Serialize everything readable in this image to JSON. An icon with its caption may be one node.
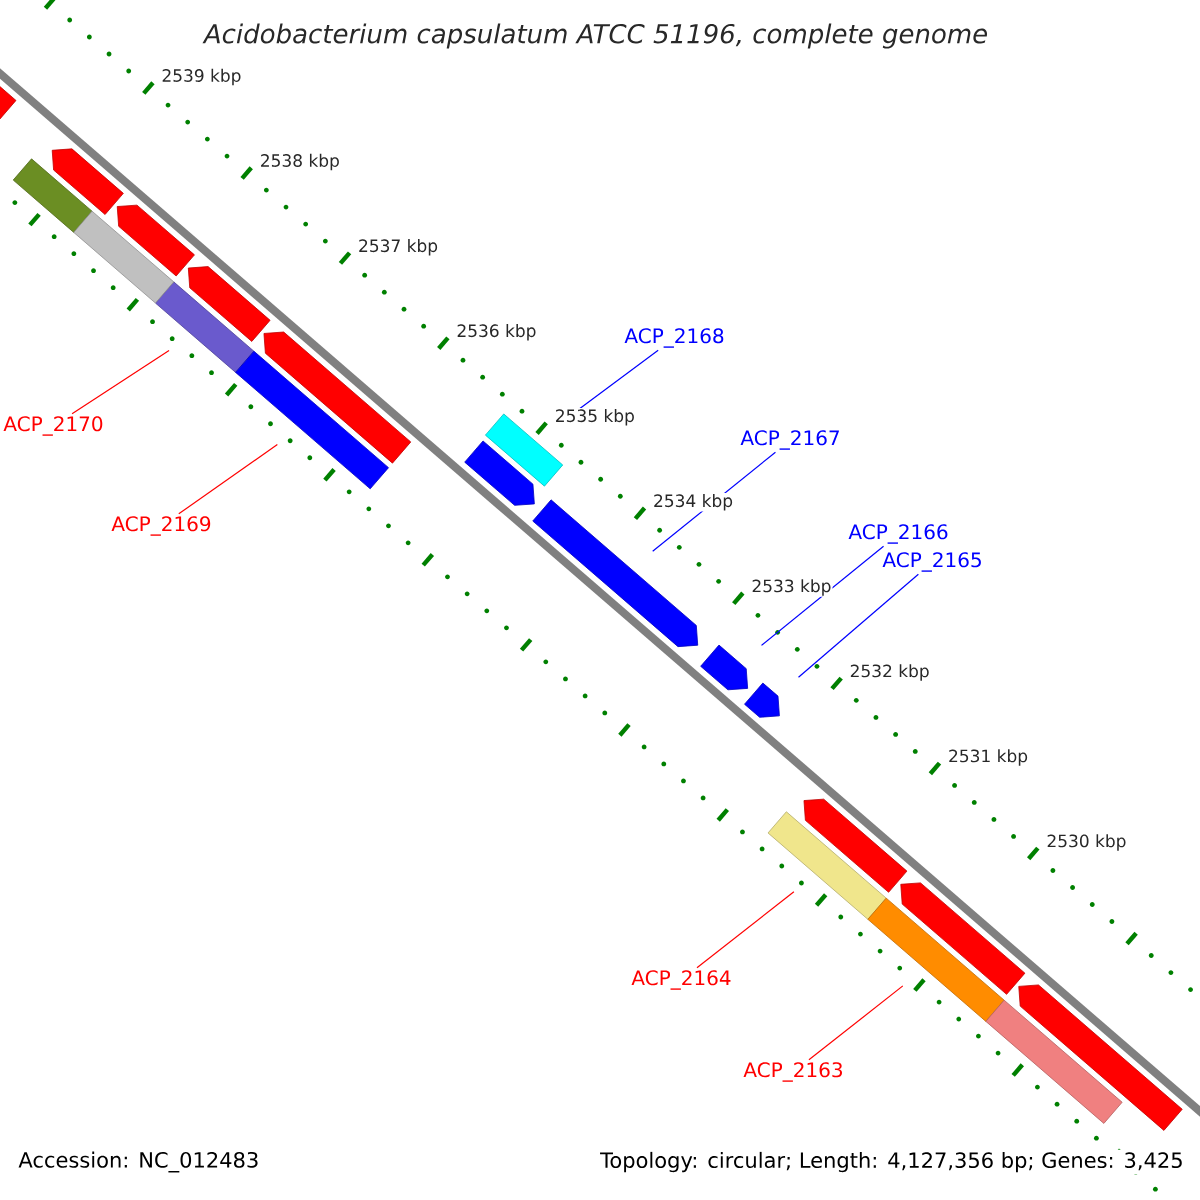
{
  "diagram": {
    "title": "Acidobacterium capsulatum ATCC 51196, complete genome",
    "nodes": [
      {
        "text": [
          "ACP_2168"
        ]
      },
      {
        "text": [
          "ACP_2170"
        ]
      },
      {
        "text": [
          "ACP_2167"
        ]
      },
      {
        "text": [
          "ACP_2169"
        ]
      },
      {
        "text": [
          "ACP_2166"
        ]
      },
      {
        "text": [
          "ACP_2165"
        ]
      },
      {
        "text": [
          "ACP_2164"
        ]
      },
      {
        "text": [
          "ACP_2163"
        ]
      },
      {
        "text": [],
        "shape": "bar"
      },
      {
        "text": [],
        "shape": "bar"
      },
      {
        "text": [],
        "shape": "pentagon"
      },
      {
        "text": [],
        "shape": "bar"
      },
      {
        "text": [],
        "shape": "pentagon"
      },
      {
        "text": [],
        "shape": "pentagon"
      },
      {
        "text": [],
        "shape": "bar"
      },
      {
        "text": [],
        "shape": "bar"
      },
      {
        "text": [],
        "shape": "pentagon"
      },
      {
        "text": [],
        "shape": "bar"
      },
      {
        "text": [],
        "shape": "pentagon"
      },
      {
        "text": [],
        "shape": "bar"
      },
      {
        "text": [],
        "shape": "pentagon"
      },
      {
        "text": [],
        "shape": "pentagon"
      },
      {
        "text": [],
        "shape": "pentagon"
      },
      {
        "text": [],
        "shape": "pentagon"
      },
      {
        "text": [],
        "shape": "pentagon"
      },
      {
        "text": [],
        "shape": "pentagon"
      },
      {
        "text": [],
        "shape": "bar"
      },
      {
        "text": [],
        "shape": "pentagon"
      }
    ],
    "edges": [
      {
        "from": 0,
        "to": 8,
        "arrow": "none",
        "color": "#0000ff"
      },
      {
        "from": 1,
        "to": 9,
        "arrow": "none",
        "color": "#ff0000"
      },
      {
        "from": 2,
        "to": 10,
        "arrow": "none",
        "color": "#0000ff"
      },
      {
        "from": 3,
        "to": 11,
        "arrow": "none",
        "color": "#ff0000"
      },
      {
        "from": 4,
        "to": 12,
        "arrow": "none",
        "color": "#0000ff"
      },
      {
        "from": 5,
        "to": 13,
        "arrow": "none",
        "color": "#0000ff"
      },
      {
        "from": 6,
        "to": 14,
        "arrow": "none",
        "color": "#ff0000"
      },
      {
        "from": 7,
        "to": 15,
        "arrow": "none",
        "color": "#ff0000"
      }
    ],
    "labels": [
      "2539 kbp",
      "2538 kbp",
      "2537 kbp",
      "2536 kbp",
      "2535 kbp",
      "2534 kbp",
      "2533 kbp",
      "2532 kbp",
      "2531 kbp",
      "2530 kbp",
      "Accession: NC_012483",
      "Topology: circular; Length: 4,127,356 bp; Genes: 3,425"
    ]
  }
}
